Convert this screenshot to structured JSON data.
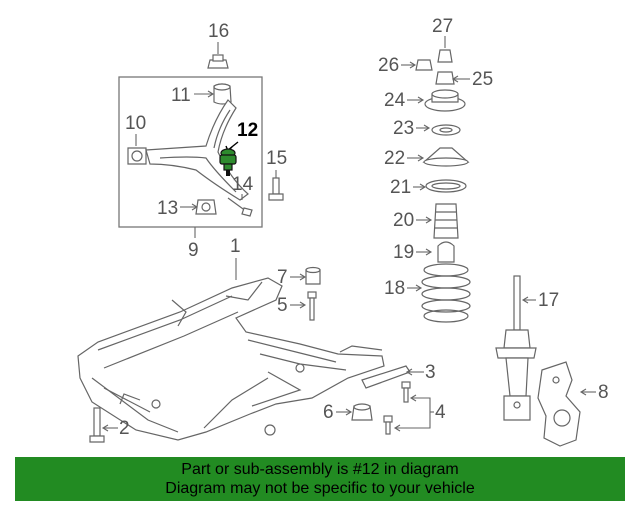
{
  "highlighted_part": "12",
  "callouts": {
    "c1": "1",
    "c2": "2",
    "c3": "3",
    "c4": "4",
    "c5": "5",
    "c6": "6",
    "c7": "7",
    "c8": "8",
    "c9": "9",
    "c10": "10",
    "c11": "11",
    "c12": "12",
    "c13": "13",
    "c14": "14",
    "c15": "15",
    "c16": "16",
    "c17": "17",
    "c18": "18",
    "c19": "19",
    "c20": "20",
    "c21": "21",
    "c22": "22",
    "c23": "23",
    "c24": "24",
    "c25": "25",
    "c26": "26",
    "c27": "27"
  },
  "banner": {
    "line1": "Part or sub-assembly is #12 in diagram",
    "line2": "Diagram may not be specific to your vehicle"
  },
  "colors": {
    "banner_bg": "#228b22",
    "highlight": "#2e8b2e",
    "line": "#666666"
  }
}
